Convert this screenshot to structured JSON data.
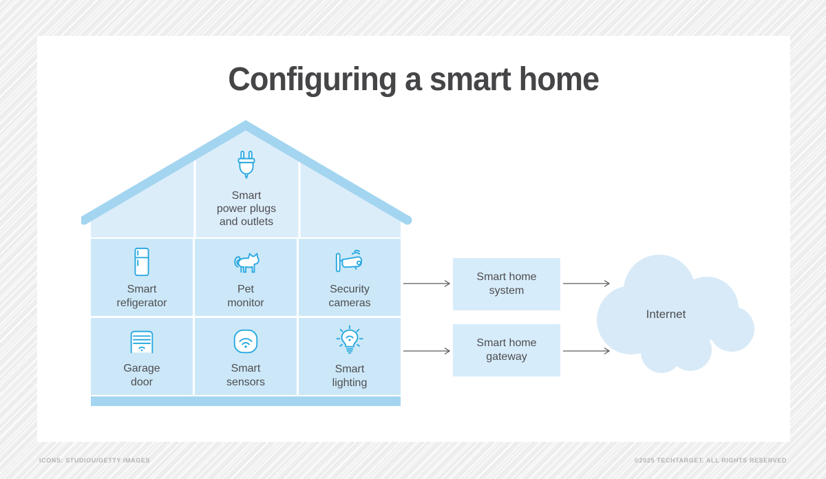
{
  "title": "Configuring a smart home",
  "house": {
    "attic_device": {
      "icon": "power-plug-icon",
      "label": "Smart\npower plugs\nand outlets"
    },
    "devices": [
      {
        "icon": "refrigerator-icon",
        "label": "Smart\nrefigerator"
      },
      {
        "icon": "cat-icon",
        "label": "Pet\nmonitor"
      },
      {
        "icon": "security-camera-icon",
        "label": "Security\ncameras"
      },
      {
        "icon": "garage-door-icon",
        "label": "Garage\ndoor"
      },
      {
        "icon": "wifi-sensor-icon",
        "label": "Smart\nsensors"
      },
      {
        "icon": "lightbulb-icon",
        "label": "Smart\nlighting"
      }
    ]
  },
  "nodes": [
    {
      "label": "Smart home\nsystem"
    },
    {
      "label": "Smart home\ngateway"
    }
  ],
  "cloud": {
    "label": "Internet"
  },
  "connections": [
    {
      "from": "house",
      "to": "Smart home system"
    },
    {
      "from": "house",
      "to": "Smart home gateway"
    },
    {
      "from": "Smart home system",
      "to": "Internet"
    },
    {
      "from": "Smart home gateway",
      "to": "Internet"
    }
  ],
  "footer": {
    "left": "ICONS: STUDIOU/GETTY IMAGES",
    "right": "©2025 TECHTARGET. ALL RIGHTS RESERVED"
  },
  "colors": {
    "iconblue": "#2aa9e0",
    "roofblue": "#a3d5f0",
    "attic": "#dcedfa",
    "cell": "#cce8f8",
    "nodefill": "#d7ecfa",
    "cloudfill": "#d8eaf7",
    "arrow": "#5a5a5c"
  }
}
